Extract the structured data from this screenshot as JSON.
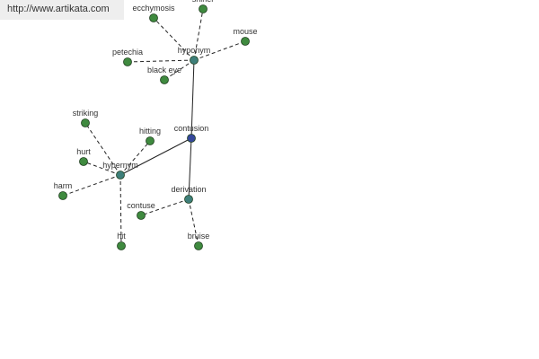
{
  "watermark": {
    "text": "http://www.artikata.com"
  },
  "colors": {
    "leaf_node": "#3f8a3f",
    "relation_node": "#3e7f7a",
    "center_node": "#35479a",
    "edge": "#222222"
  },
  "graph": {
    "center": {
      "id": "contusion",
      "label": "contusion"
    },
    "relations": [
      {
        "id": "hyponym",
        "label": "hyponym"
      },
      {
        "id": "hypernym",
        "label": "hypernym"
      },
      {
        "id": "derivation",
        "label": "derivation"
      }
    ],
    "words": [
      {
        "id": "ecchymosis",
        "label": "ecchymosis",
        "relation": "hyponym"
      },
      {
        "id": "shiner",
        "label": "shiner",
        "relation": "hyponym"
      },
      {
        "id": "mouse",
        "label": "mouse",
        "relation": "hyponym"
      },
      {
        "id": "petechia",
        "label": "petechia",
        "relation": "hyponym"
      },
      {
        "id": "black-eye",
        "label": "black eye",
        "relation": "hyponym"
      },
      {
        "id": "striking",
        "label": "striking",
        "relation": "hypernym"
      },
      {
        "id": "hitting",
        "label": "hitting",
        "relation": "hypernym"
      },
      {
        "id": "hurt",
        "label": "hurt",
        "relation": "hypernym"
      },
      {
        "id": "harm",
        "label": "harm",
        "relation": "hypernym"
      },
      {
        "id": "hit",
        "label": "hit",
        "relation": "hypernym"
      },
      {
        "id": "contuse",
        "label": "contuse",
        "relation": "derivation"
      },
      {
        "id": "bruise",
        "label": "bruise",
        "relation": "derivation"
      }
    ]
  }
}
